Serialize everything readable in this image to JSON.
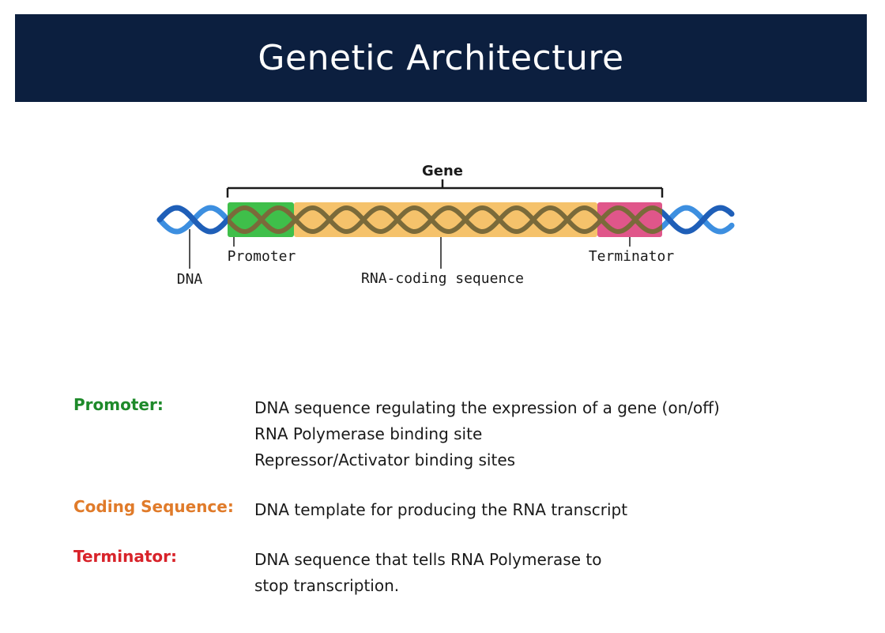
{
  "title": "Genetic Architecture",
  "diagram": {
    "gene_label": "Gene",
    "labels": {
      "dna": "DNA",
      "promoter": "Promoter",
      "coding": "RNA-coding sequence",
      "terminator": "Terminator"
    },
    "colors": {
      "dna_strand": "#1f5fb8",
      "dna_strand_light": "#3d8fe0",
      "promoter": "#3fbf4a",
      "coding": "#f5c26b",
      "terminator": "#e0568a",
      "strand_on_region": "#7a6a3a"
    }
  },
  "definitions": [
    {
      "term": "Promoter:",
      "color": "#1e8a2a",
      "lines": [
        "DNA sequence regulating the expression of a gene (on/off)",
        "RNA Polymerase binding site",
        "Repressor/Activator binding sites"
      ]
    },
    {
      "term": "Coding Sequence:",
      "color": "#e07b2a",
      "lines": [
        "DNA template for producing the RNA transcript"
      ]
    },
    {
      "term": "Terminator:",
      "color": "#d8232a",
      "lines": [
        "DNA sequence that tells RNA Polymerase to",
        "stop transcription."
      ]
    }
  ]
}
